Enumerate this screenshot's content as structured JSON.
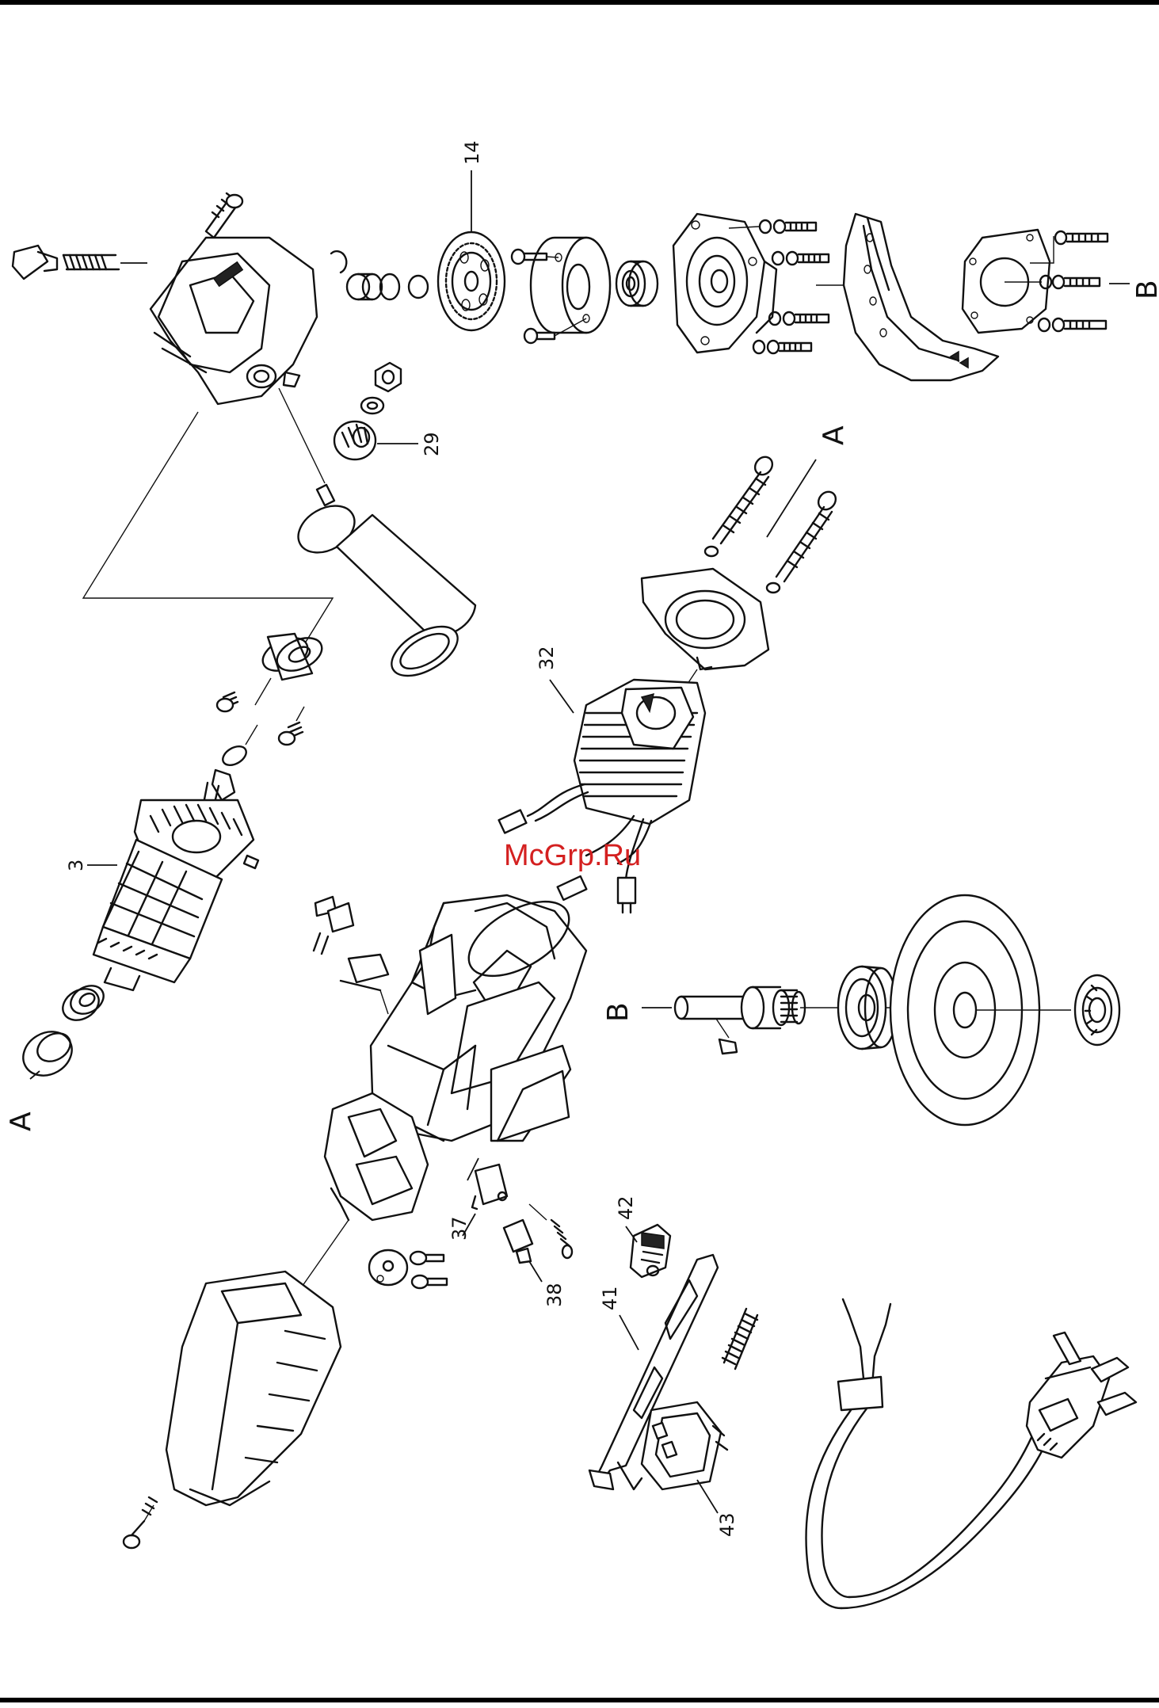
{
  "watermark": {
    "text": "McGrp.Ru",
    "color": "#d42020"
  },
  "part_labels": {
    "p3": "3",
    "p14": "14",
    "p29": "29",
    "p32": "32",
    "p37": "37",
    "p38": "38",
    "p41": "41",
    "p42": "42",
    "p43": "43"
  },
  "section_letters": {
    "a_top": "A",
    "a_bottom": "A",
    "b_right": "B",
    "b_spindle": "B"
  }
}
